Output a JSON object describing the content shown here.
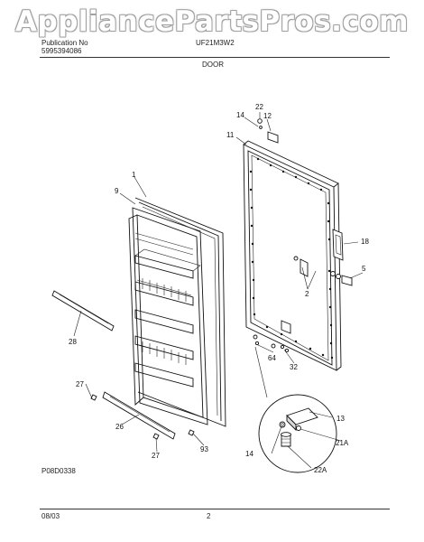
{
  "watermark": "AppliancePartsPros.com",
  "header": {
    "publication_label": "Publication No",
    "publication_number": "5995394086",
    "model": "UF21M3W2",
    "section_title": "DOOR"
  },
  "drawing_code": "P08D0338",
  "footer": {
    "date": "08/03",
    "page": "2"
  },
  "callouts": [
    "1",
    "9",
    "22",
    "14",
    "12",
    "11",
    "18",
    "5",
    "2",
    "64",
    "32",
    "28",
    "27",
    "26",
    "27",
    "93",
    "13",
    "21A",
    "14",
    "22A"
  ]
}
